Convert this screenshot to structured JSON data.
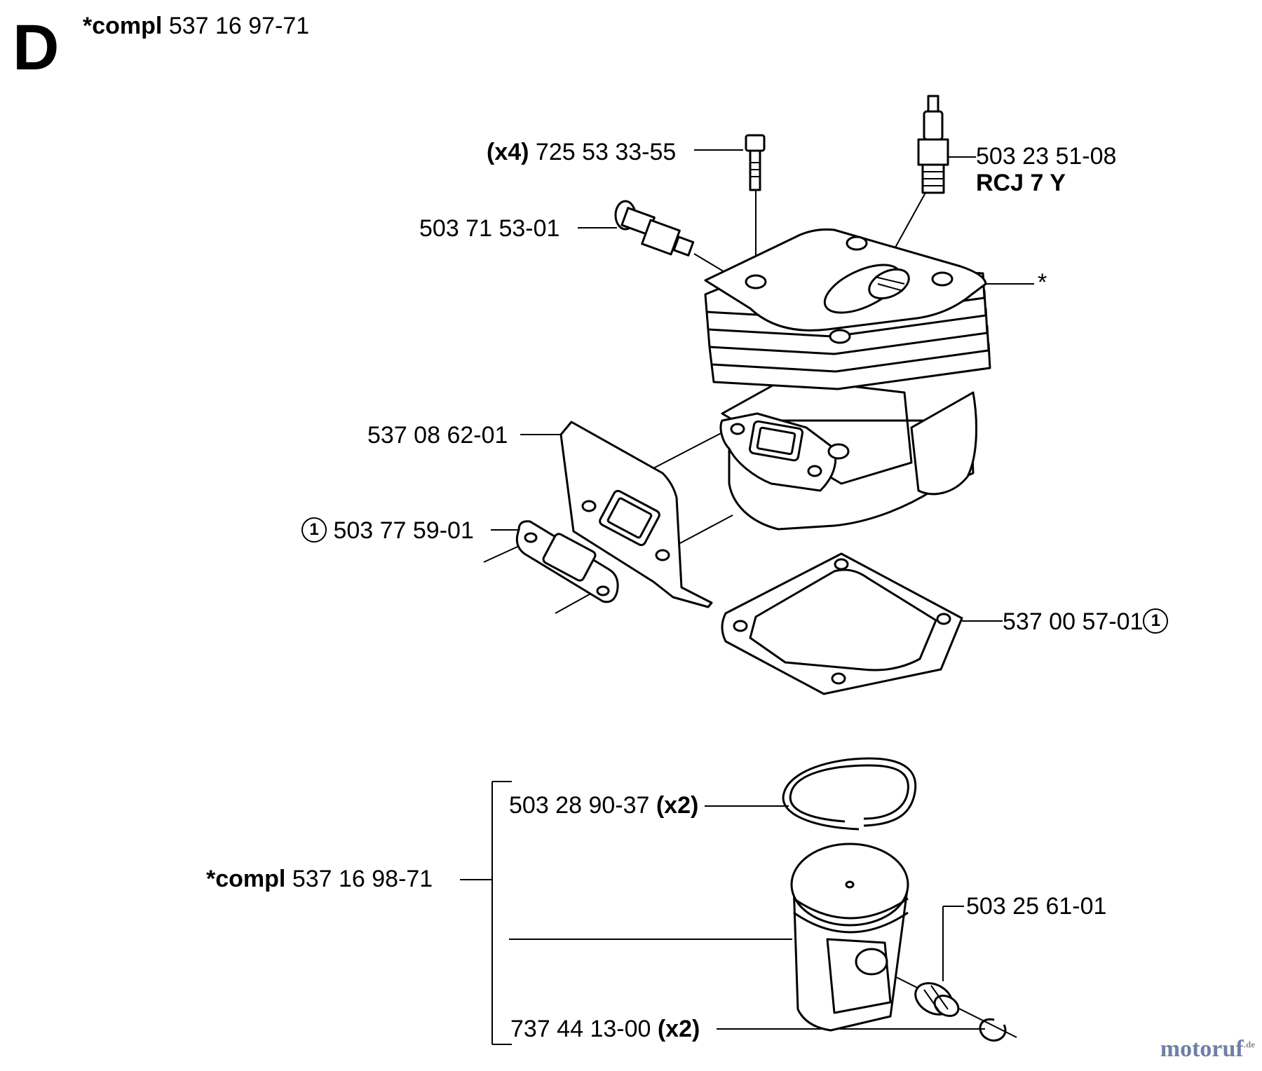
{
  "section_letter": "D",
  "header": {
    "prefix": "*compl",
    "number": "537 16 97-71"
  },
  "labels": {
    "bolt": {
      "qty": "(x4)",
      "number": "725 53 33-55"
    },
    "spark_plug": {
      "number": "503 23 51-08",
      "type": "RCJ 7 Y"
    },
    "decompression_valve": {
      "number": "503 71 53-01"
    },
    "cylinder_star": "*",
    "heat_shield": {
      "number": "537 08 62-01"
    },
    "exhaust_gasket": {
      "marker": "1",
      "number": "503 77 59-01"
    },
    "cylinder_gasket": {
      "number": "537 00 57-01",
      "marker": "1"
    },
    "piston_ring": {
      "number": "503 28 90-37",
      "qty": "(x2)"
    },
    "piston_kit": {
      "prefix": "*compl",
      "number": "537 16 98-71"
    },
    "needle_bearing": {
      "number": "503 25 61-01"
    },
    "circlip": {
      "number": "737 44 13-00",
      "qty": "(x2)"
    }
  },
  "watermark": {
    "text": "motoruf",
    "suffix": ".de"
  }
}
